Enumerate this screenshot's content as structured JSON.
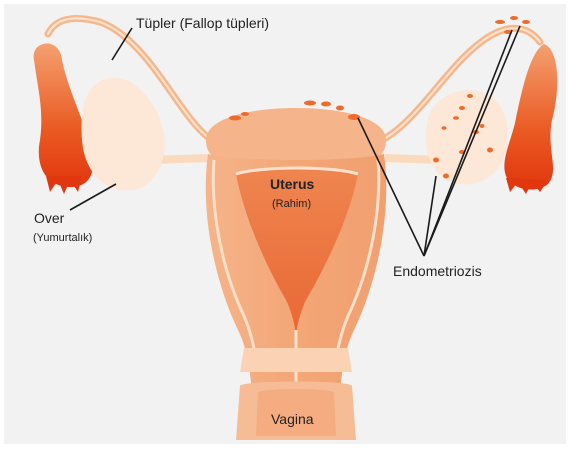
{
  "labels": {
    "tubes": "Tüpler (Fallop tüpleri)",
    "ovary": "Over",
    "ovary_sub": "(Yumurtalık)",
    "uterus": "Uterus",
    "uterus_sub": "(Rahim)",
    "endometriosis": "Endometriozis",
    "vagina": "Vagina"
  },
  "colors": {
    "background": "#f2f2f2",
    "tissue_light": "#fbd9bd",
    "tissue_mid": "#f4a878",
    "tissue_dark": "#e66a2c",
    "fimbriae": "#e8431c",
    "ovary": "#fde7d6",
    "endometriosis_spots": "#ef6b2a",
    "pointer_line": "#1a1a1a"
  }
}
